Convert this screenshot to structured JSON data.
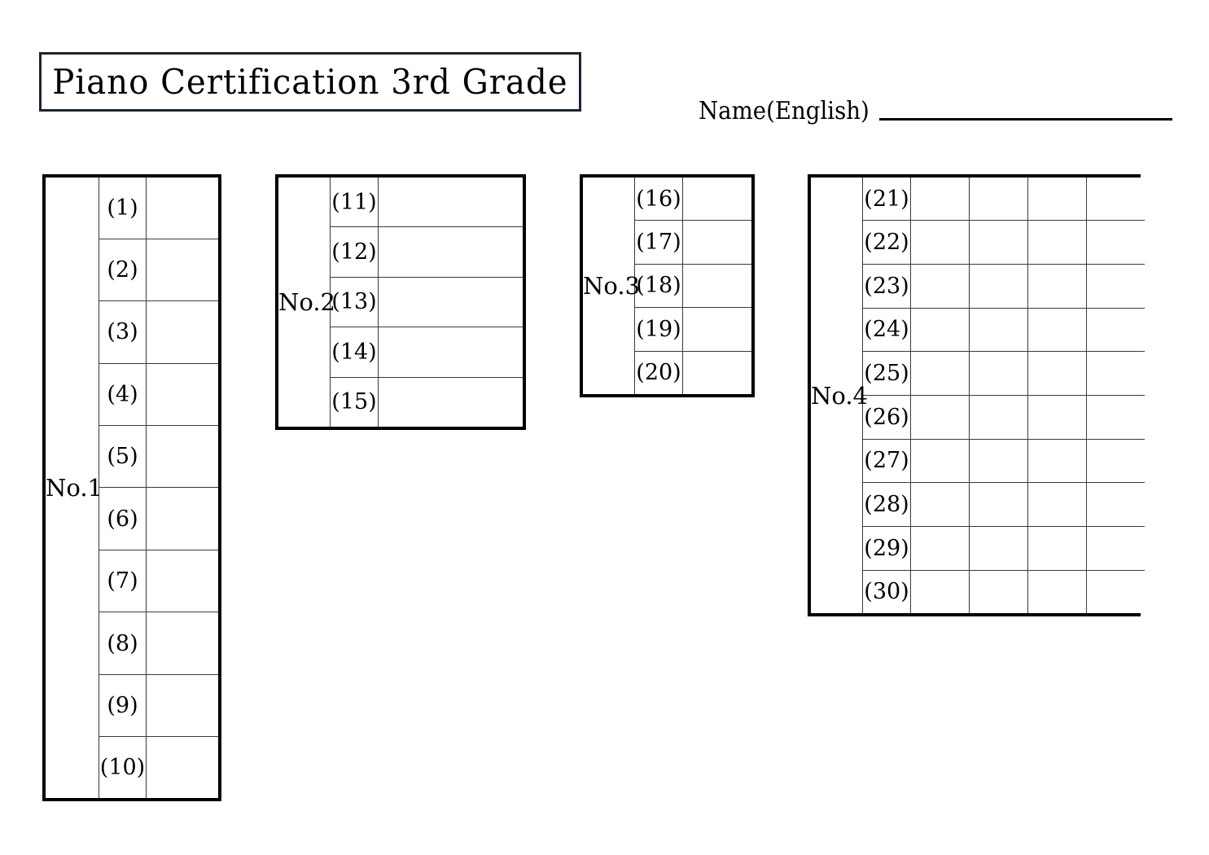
{
  "page": {
    "title": "Piano Certification 3rd Grade",
    "background_color": "#ffffff",
    "ink_color": "#000000",
    "title_border_color": "#1c2430"
  },
  "name_field": {
    "label": "Name(English)",
    "value": ""
  },
  "tables": [
    {
      "id": "no1",
      "group_label": "No.1",
      "answer_columns": 1,
      "rows": [
        {
          "number": "(1)",
          "answers": [
            ""
          ]
        },
        {
          "number": "(2)",
          "answers": [
            ""
          ]
        },
        {
          "number": "(3)",
          "answers": [
            ""
          ]
        },
        {
          "number": "(4)",
          "answers": [
            ""
          ]
        },
        {
          "number": "(5)",
          "answers": [
            ""
          ]
        },
        {
          "number": "(6)",
          "answers": [
            ""
          ]
        },
        {
          "number": "(7)",
          "answers": [
            ""
          ]
        },
        {
          "number": "(8)",
          "answers": [
            ""
          ]
        },
        {
          "number": "(9)",
          "answers": [
            ""
          ]
        },
        {
          "number": "(10)",
          "answers": [
            ""
          ]
        }
      ]
    },
    {
      "id": "no2",
      "group_label": "No.2",
      "answer_columns": 1,
      "rows": [
        {
          "number": "(11)",
          "answers": [
            ""
          ]
        },
        {
          "number": "(12)",
          "answers": [
            ""
          ]
        },
        {
          "number": "(13)",
          "answers": [
            ""
          ]
        },
        {
          "number": "(14)",
          "answers": [
            ""
          ]
        },
        {
          "number": "(15)",
          "answers": [
            ""
          ]
        }
      ]
    },
    {
      "id": "no3",
      "group_label": "No.3",
      "answer_columns": 1,
      "rows": [
        {
          "number": "(16)",
          "answers": [
            ""
          ]
        },
        {
          "number": "(17)",
          "answers": [
            ""
          ]
        },
        {
          "number": "(18)",
          "answers": [
            ""
          ]
        },
        {
          "number": "(19)",
          "answers": [
            ""
          ]
        },
        {
          "number": "(20)",
          "answers": [
            ""
          ]
        }
      ]
    },
    {
      "id": "no4",
      "group_label": "No.4",
      "answer_columns": 4,
      "rows": [
        {
          "number": "(21)",
          "answers": [
            "",
            "",
            "",
            ""
          ]
        },
        {
          "number": "(22)",
          "answers": [
            "",
            "",
            "",
            ""
          ]
        },
        {
          "number": "(23)",
          "answers": [
            "",
            "",
            "",
            ""
          ]
        },
        {
          "number": "(24)",
          "answers": [
            "",
            "",
            "",
            ""
          ]
        },
        {
          "number": "(25)",
          "answers": [
            "",
            "",
            "",
            ""
          ]
        },
        {
          "number": "(26)",
          "answers": [
            "",
            "",
            "",
            ""
          ]
        },
        {
          "number": "(27)",
          "answers": [
            "",
            "",
            "",
            ""
          ]
        },
        {
          "number": "(28)",
          "answers": [
            "",
            "",
            "",
            ""
          ]
        },
        {
          "number": "(29)",
          "answers": [
            "",
            "",
            "",
            ""
          ]
        },
        {
          "number": "(30)",
          "answers": [
            "",
            "",
            "",
            ""
          ]
        }
      ]
    }
  ]
}
